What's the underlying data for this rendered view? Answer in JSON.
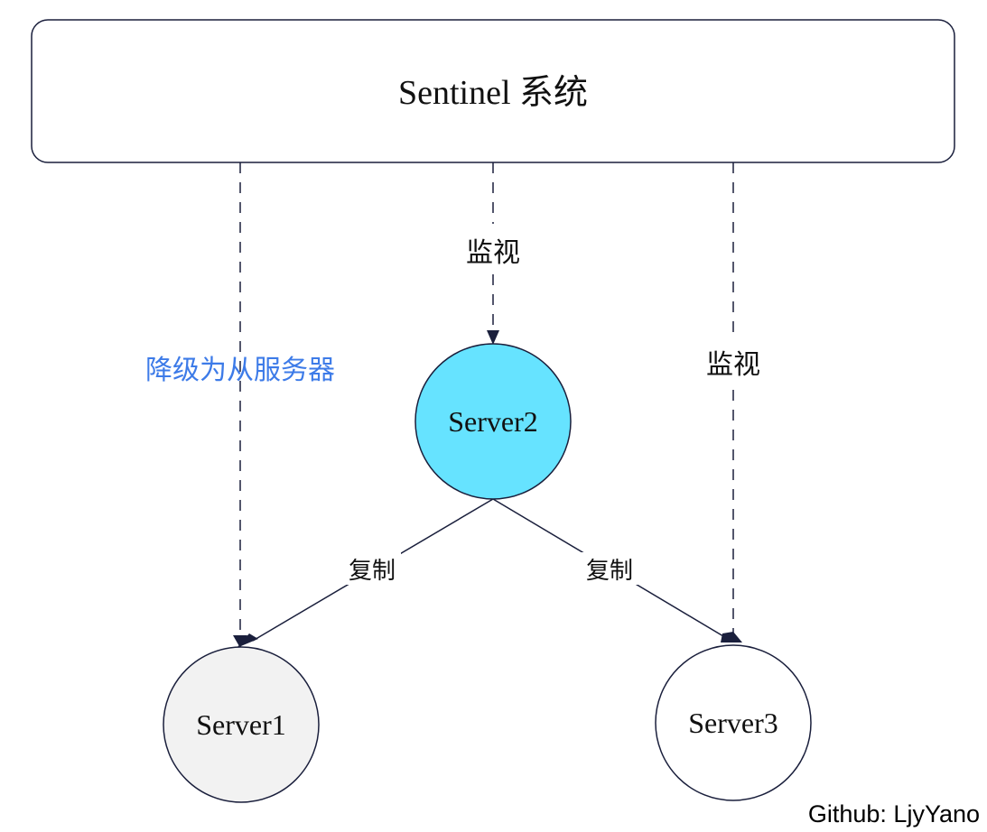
{
  "sentinel": {
    "label": "Sentinel 系统"
  },
  "servers": {
    "server1": {
      "label": "Server1",
      "fill": "#f2f2f2"
    },
    "server2": {
      "label": "Server2",
      "fill": "#66e3ff"
    },
    "server3": {
      "label": "Server3",
      "fill": "#ffffff"
    }
  },
  "edges": {
    "monitor_server2": "监视",
    "monitor_server3": "监视",
    "demote_server1": "降级为从服务器",
    "replicate_left": "复制",
    "replicate_right": "复制"
  },
  "colors": {
    "stroke": "#1a1f3c",
    "accent_blue": "#3d7be8"
  },
  "credit": "Github: LjyYano"
}
